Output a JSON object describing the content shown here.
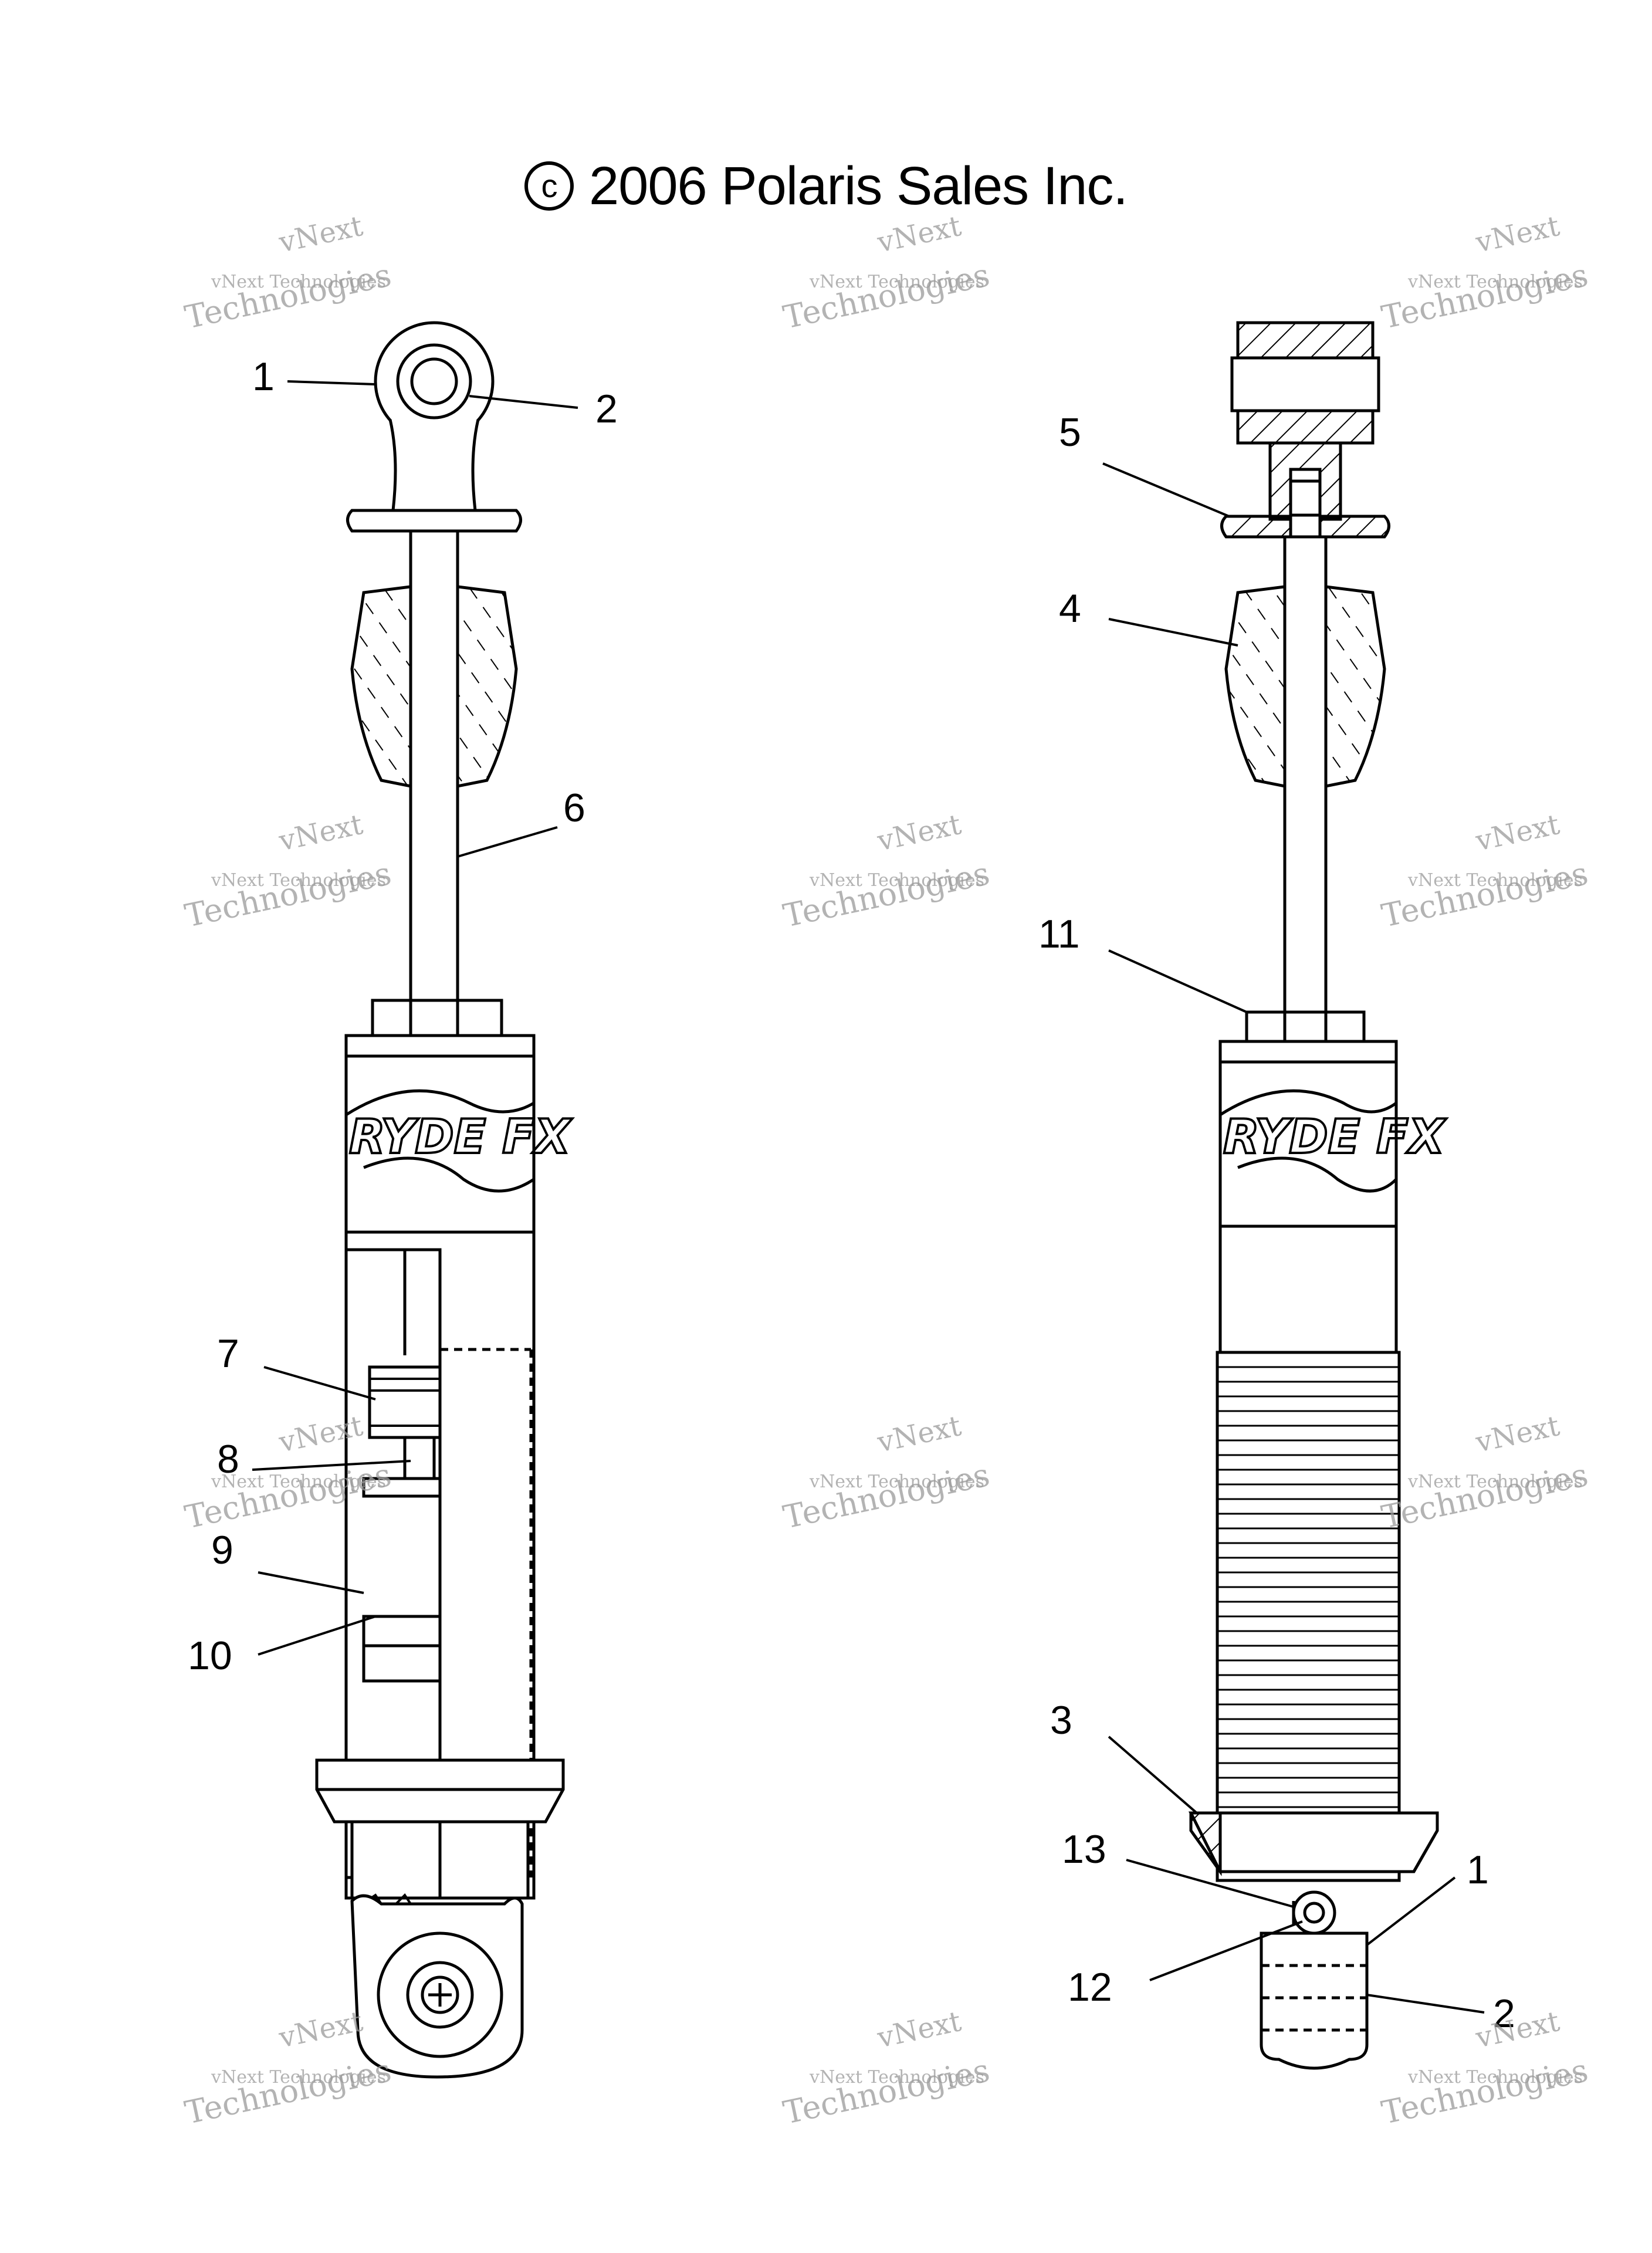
{
  "header": {
    "copyright_symbol": "c",
    "copyright_text": "2006 Polaris Sales Inc."
  },
  "watermark": {
    "line1": "vNext",
    "line2": "vNext Technologies",
    "line3": "Technologies"
  },
  "brand_decal": "RYDE FX",
  "callouts_left": {
    "c1": "1",
    "c2": "2",
    "c6": "6",
    "c7": "7",
    "c8": "8",
    "c9": "9",
    "c10": "10"
  },
  "callouts_right": {
    "c5": "5",
    "c4": "4",
    "c11": "11",
    "c3": "3",
    "c13": "13",
    "c12": "12",
    "c1": "1",
    "c2": "2"
  },
  "colors": {
    "line": "#000000",
    "background": "#ffffff",
    "watermark": "#9a9a9a"
  }
}
